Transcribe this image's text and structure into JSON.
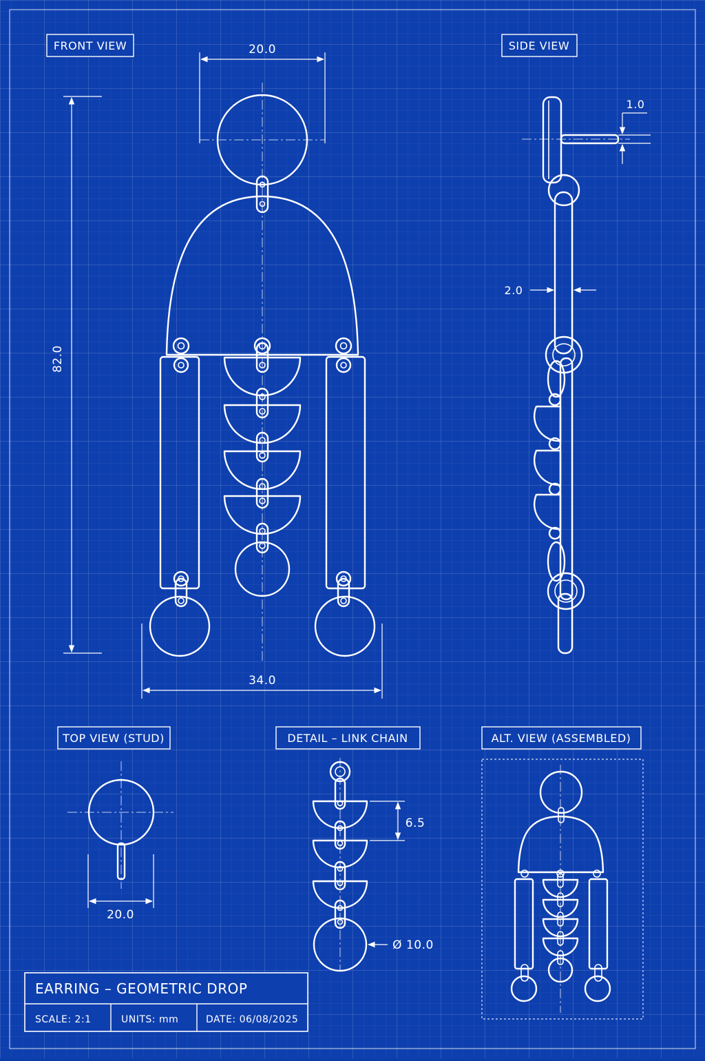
{
  "colors": {
    "background": "#0e3fae",
    "line": "#ffffff"
  },
  "views": {
    "front": "FRONT VIEW",
    "side": "SIDE VIEW",
    "top": "TOP VIEW (STUD)",
    "detail": "DETAIL – LINK CHAIN",
    "alt": "ALT. VIEW (ASSEMBLED)"
  },
  "dimensions": {
    "front_stud_width": "20.0",
    "front_height": "82.0",
    "front_total_width": "34.0",
    "side_pin_diameter": "1.0",
    "side_thickness": "2.0",
    "top_stud_width": "20.0",
    "detail_pitch": "6.5",
    "detail_disc_diameter": "Ø 10.0"
  },
  "title_block": {
    "title": "EARRING – GEOMETRIC DROP",
    "scale": "SCALE: 2:1",
    "units": "UNITS: mm",
    "date": "DATE: 06/08/2025"
  }
}
